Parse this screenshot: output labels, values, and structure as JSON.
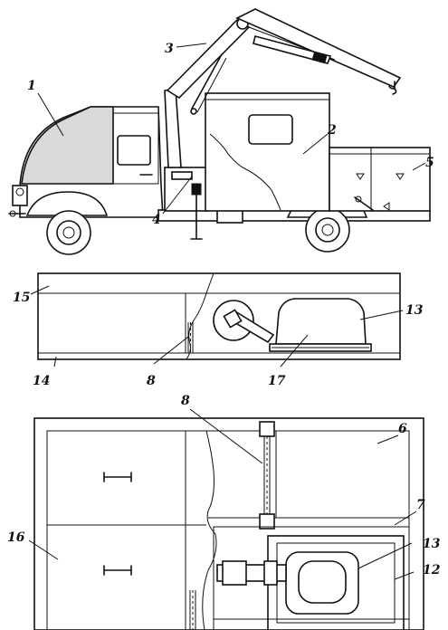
{
  "callouts": {
    "c1": "1",
    "c2": "2",
    "c3": "3",
    "c4": "4",
    "c5": "5",
    "c6": "6",
    "c7": "7",
    "c8_top": "8",
    "c8_bottom": "8",
    "c12": "12",
    "c13_top": "13",
    "c13_bottom": "13",
    "c14": "14",
    "c15": "15",
    "c16": "16",
    "c17": "17"
  }
}
